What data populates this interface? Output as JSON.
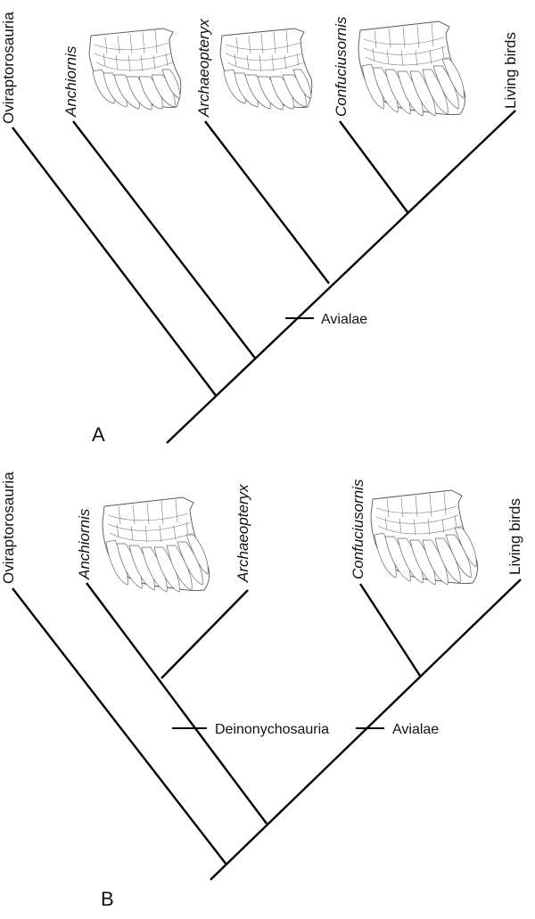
{
  "figure": {
    "panels": [
      {
        "id": "A",
        "label": "A",
        "taxa": [
          {
            "name": "Oviraptorosauria",
            "italic": false
          },
          {
            "name": "Anchiornis",
            "italic": true
          },
          {
            "name": "Archaeopteryx",
            "italic": true
          },
          {
            "name": "Confuciusornis",
            "italic": true
          },
          {
            "name": "Living birds",
            "italic": false
          }
        ],
        "clades": [
          {
            "name": "Avialae"
          }
        ]
      },
      {
        "id": "B",
        "label": "B",
        "taxa": [
          {
            "name": "Oviraptorosauria",
            "italic": false
          },
          {
            "name": "Anchiornis",
            "italic": true
          },
          {
            "name": "Archaeopteryx",
            "italic": true
          },
          {
            "name": "Confuciusornis",
            "italic": true
          },
          {
            "name": "Living birds",
            "italic": false
          }
        ],
        "clades": [
          {
            "name": "Deinonychosauria"
          },
          {
            "name": "Avialae"
          }
        ]
      }
    ],
    "wing_illustrations": [
      "wing-icon",
      "wing-icon",
      "wing-icon",
      "wing-icon",
      "wing-icon",
      "wing-icon"
    ]
  }
}
